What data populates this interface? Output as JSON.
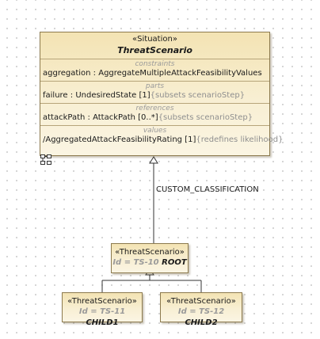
{
  "situation": {
    "stereotype": "«Situation»",
    "name": "ThreatScenario",
    "compartments": [
      {
        "title": "constraints",
        "items": [
          {
            "text": "aggregation : AggregateMultipleAttackFeasibilityValues",
            "suffix": ""
          }
        ]
      },
      {
        "title": "parts",
        "items": [
          {
            "text": "failure : UndesiredState [1]",
            "suffix": "{subsets scenarioStep}"
          }
        ]
      },
      {
        "title": "references",
        "items": [
          {
            "text": "attackPath : AttackPath [0..*]",
            "suffix": "{subsets scenarioStep}"
          }
        ]
      },
      {
        "title": "values",
        "items": [
          {
            "text": "/AggregatedAttackFeasibilityRating [1]",
            "suffix": "{redefines likelihood}"
          }
        ]
      }
    ]
  },
  "relationship_label": "CUSTOM_CLASSIFICATION",
  "instances": {
    "root": {
      "stereotype": "«ThreatScenario»",
      "id_part": "Id = TS-10",
      "name": "ROOT"
    },
    "child1": {
      "stereotype": "«ThreatScenario»",
      "id_part": "Id = TS-11",
      "name": "CHILD1"
    },
    "child2": {
      "stereotype": "«ThreatScenario»",
      "id_part": "Id = TS-12",
      "name": "CHILD2"
    }
  }
}
